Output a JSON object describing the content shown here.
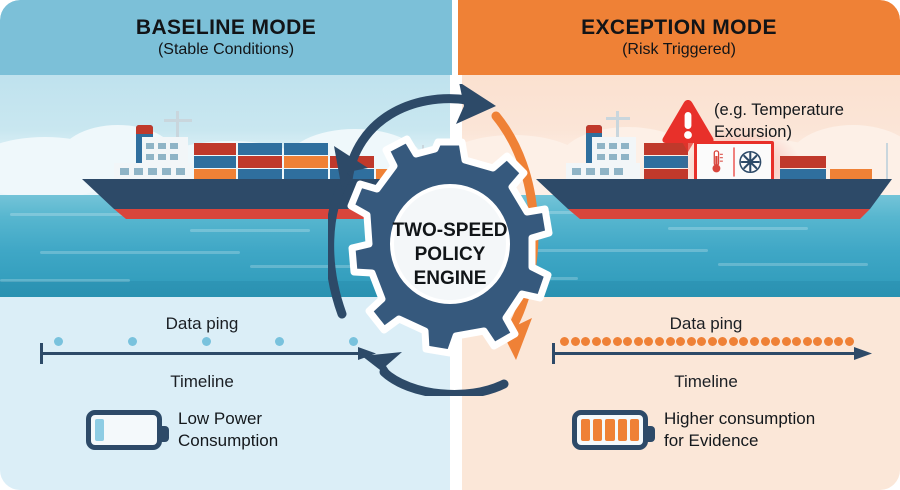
{
  "diagram": {
    "center_label_lines": [
      "TWO-SPEED",
      "POLICY",
      "ENGINE"
    ]
  },
  "left_panel": {
    "header": {
      "title": "BASELINE MODE",
      "subtitle": "(Stable Conditions)",
      "bg_color": "#7cc0d8"
    },
    "bg_color": "#dbeef7",
    "scene": {
      "ship_name": "container-ship"
    },
    "timeline": {
      "ping_label": "Data ping",
      "axis_label": "Timeline",
      "dot_count": 5,
      "dot_color": "#79c2dd",
      "density": "sparse"
    },
    "battery": {
      "label": "Low Power\nConsumption",
      "label_line1": "Low Power",
      "label_line2": "Consumption",
      "filled_cells": 1,
      "total_cells": 5,
      "fill_color": "#8ecde4"
    }
  },
  "right_panel": {
    "header": {
      "title": "EXCEPTION MODE",
      "subtitle": "(Risk Triggered)",
      "bg_color": "#ef8136"
    },
    "bg_color": "#fbe7d8",
    "alert": {
      "icon": "warning-triangle",
      "icon_color": "#e8302a",
      "glyph": "!",
      "caption_line1": "(e.g. Temperature",
      "caption_line2": "Excursion)"
    },
    "scene": {
      "ship_name": "container-ship",
      "highlighted_container": "reefer-container",
      "container_icons": [
        "thermometer-icon",
        "snowflake-fan-icon"
      ]
    },
    "timeline": {
      "ping_label": "Data ping",
      "axis_label": "Timeline",
      "dot_count": 28,
      "dot_color": "#ef8136",
      "density": "dense"
    },
    "battery": {
      "label_line1": "Higher consumption",
      "label_line2": "for Evidence",
      "filled_cells": 5,
      "total_cells": 5,
      "fill_color": "#ef8136"
    }
  },
  "flow": {
    "arrow_in_color": "#2d4a68",
    "arrow_out_color": "#ef8136"
  }
}
